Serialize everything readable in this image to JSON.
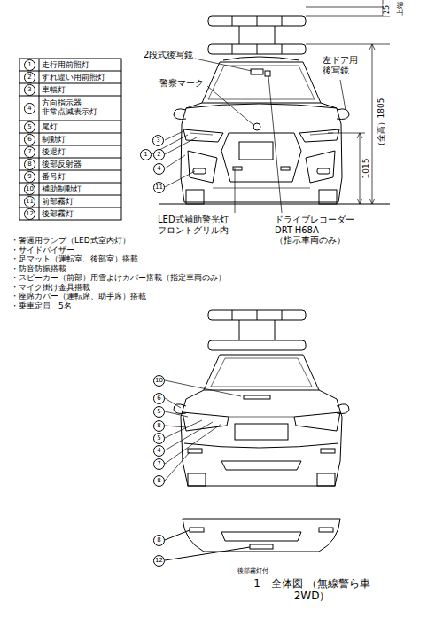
{
  "diagram": {
    "caption": "1　全体図 （無線警ら車　2WD）",
    "labels": [
      "1",
      "走行用前照灯",
      "2",
      "すれ違い用前照灯",
      "3",
      "車幅灯",
      "4",
      "方向指示器 非常点滅表示灯",
      "5",
      "尾灯",
      "6",
      "制動灯",
      "7",
      "後退灯",
      "8",
      "後部反射器",
      "9",
      "番号灯",
      "10",
      "補助制動灯",
      "11",
      "前部霧灯",
      "12",
      "後部霧灯",
      "2段式後写鏡",
      "警察マーク",
      "左ドア用 後写鏡",
      "25",
      "上端",
      "（全高）1805",
      "1015",
      "3",
      "1",
      "2",
      "4",
      "11",
      "LED式補助警光灯 フロントグリル内",
      "ドライブレコーダー DRT-H68A （指示車両のみ）",
      "・警邏用ランプ（LED式室内灯）",
      "・サイドバイザー",
      "・足マット（運転室、後部室）搭載",
      "・防音防振搭載",
      "・スピーカー（前部）用雪よけカバー搭載（指定車両のみ）",
      "・マイク掛け金具搭載",
      "・座席カバー（運転席、助手席）搭載",
      "・乗車定員　5名",
      "10",
      "6",
      "5",
      "8",
      "5",
      "4",
      "7",
      "8",
      "8",
      "12",
      "後部霧灯付"
    ]
  }
}
